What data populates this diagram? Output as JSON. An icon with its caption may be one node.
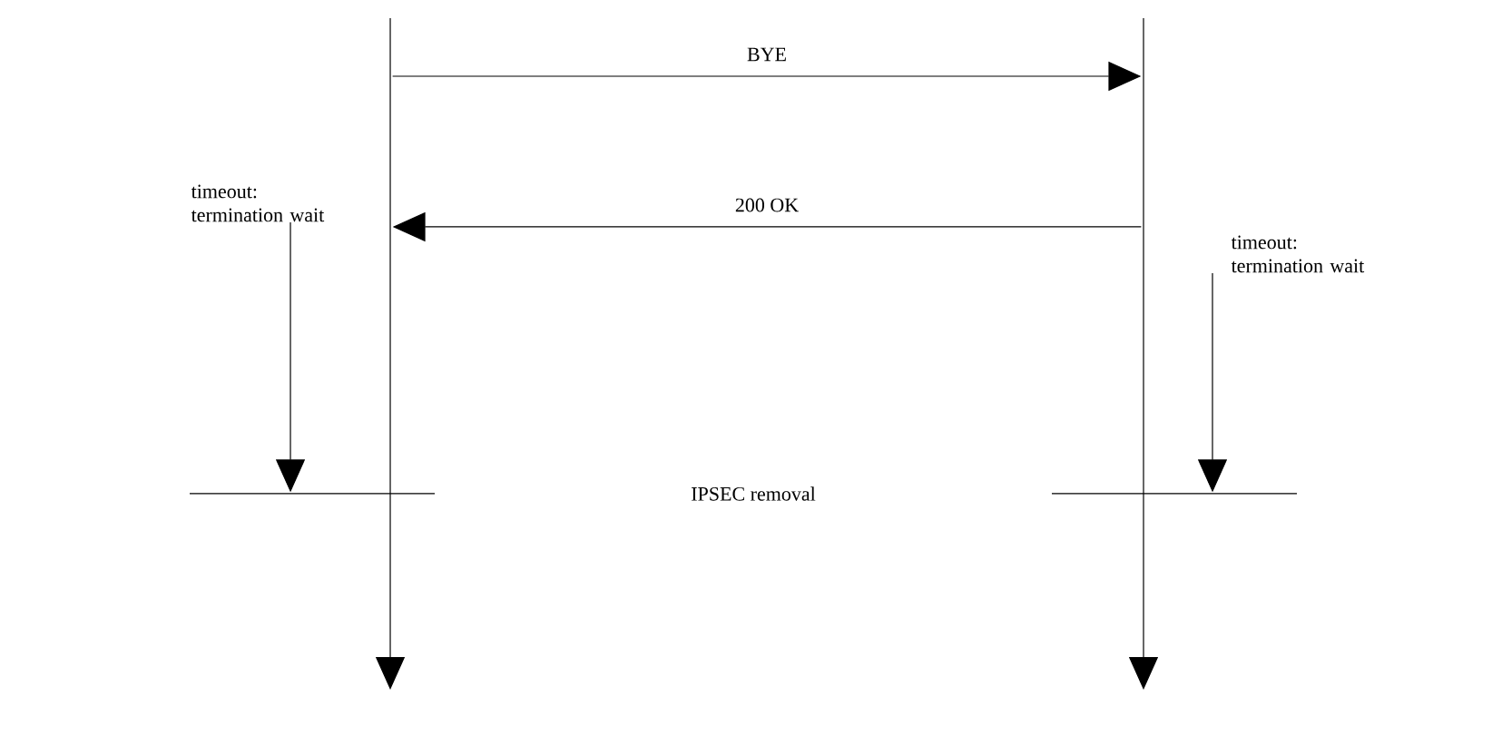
{
  "diagram": {
    "nodes": [
      {
        "text": [],
        "shape": "bar"
      },
      {
        "text": [],
        "shape": "bar"
      },
      {
        "text": [],
        "shape": "bar"
      },
      {
        "text": [],
        "shape": "bar"
      },
      {
        "text": [
          "timeout: termination wait"
        ]
      },
      {
        "text": [
          "timeout: termination wait"
        ]
      }
    ],
    "edges": [
      {
        "from": 0,
        "to": 1,
        "arrow": "to",
        "label": "BYE"
      },
      {
        "from": 1,
        "to": 0,
        "arrow": "to",
        "label": "200 OK"
      },
      {
        "from": 4,
        "to": 2,
        "arrow": "to"
      },
      {
        "from": 5,
        "to": 3,
        "arrow": "to"
      }
    ],
    "labels": [
      "IPSEC removal"
    ]
  }
}
